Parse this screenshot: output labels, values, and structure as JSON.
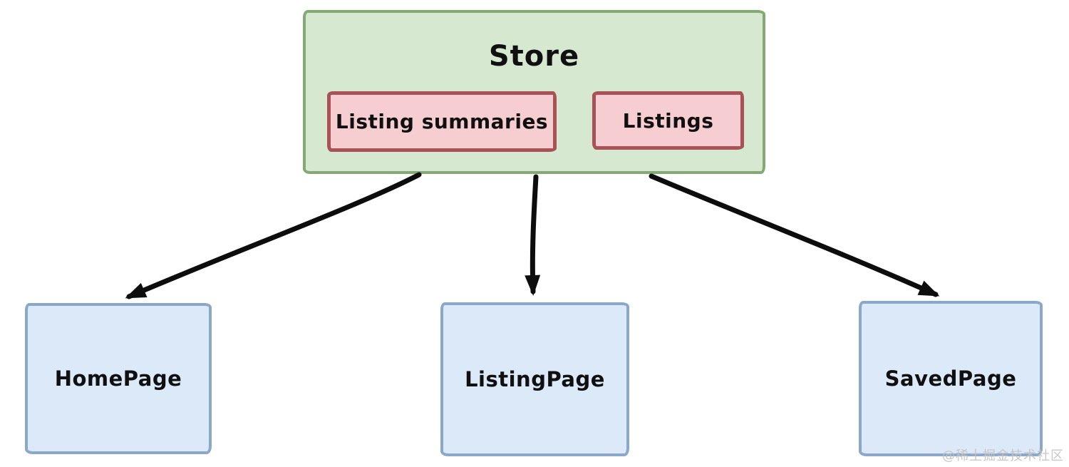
{
  "diagram": {
    "store": {
      "title": "Store",
      "states": [
        {
          "label": "Listing summaries"
        },
        {
          "label": "Listings"
        }
      ]
    },
    "pages": [
      {
        "label": "HomePage"
      },
      {
        "label": "ListingPage"
      },
      {
        "label": "SavedPage"
      }
    ],
    "edges": [
      {
        "from": "Store",
        "to": "HomePage"
      },
      {
        "from": "Store",
        "to": "ListingPage"
      },
      {
        "from": "Store",
        "to": "SavedPage"
      }
    ],
    "watermark": "@稀土掘金技术社区",
    "colors": {
      "store_fill": "#d6e8d0",
      "store_border": "#85a877",
      "state_fill": "#f6cdd1",
      "state_border": "#a85156",
      "page_fill": "#dce9f8",
      "page_border": "#8ba7c9",
      "arrow": "#0d0d0d",
      "text": "#101010",
      "watermark_color": "#c3c3c6"
    }
  }
}
